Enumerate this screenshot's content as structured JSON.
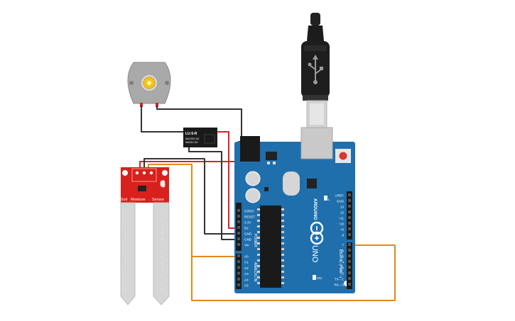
{
  "relay": {
    "part": "LU-5-R",
    "rating_ac": "5A/125V AC",
    "rating_dc": "3A/24V DC"
  },
  "sensor": {
    "label_left": "Soil",
    "label_mid": "Moisture",
    "label_right": "Sensor"
  },
  "arduino": {
    "brand": "ARDUINO",
    "model": "UNO",
    "on_label": "ON",
    "power_header": "POWER",
    "power_pins": [
      "IOREF",
      "RESET",
      "3.3V",
      "5V",
      "GND",
      "GND",
      "Vin"
    ],
    "analog_header": "ANALOG IN",
    "analog_pins": [
      "A0",
      "A1",
      "A2",
      "A3",
      "A4",
      "A5"
    ],
    "digital_header": "DIGITAL (PWM ~)",
    "digital_top_pins": [
      "AREF",
      "GND",
      "13",
      "12",
      "~11",
      "~10",
      "~9",
      "8"
    ],
    "digital_bottom_pins": [
      "7",
      "~6",
      "~5",
      "4",
      "~3",
      "2",
      "TX→1",
      "RX←0"
    ],
    "tx_label": "TX",
    "rx_label": "RX",
    "l_label": "L"
  },
  "colors": {
    "board": "#1f6fad",
    "sensor": "#d8211c",
    "wire_orange": "#e08a1c",
    "wire_red": "#e0202a",
    "wire_black": "#333333"
  }
}
